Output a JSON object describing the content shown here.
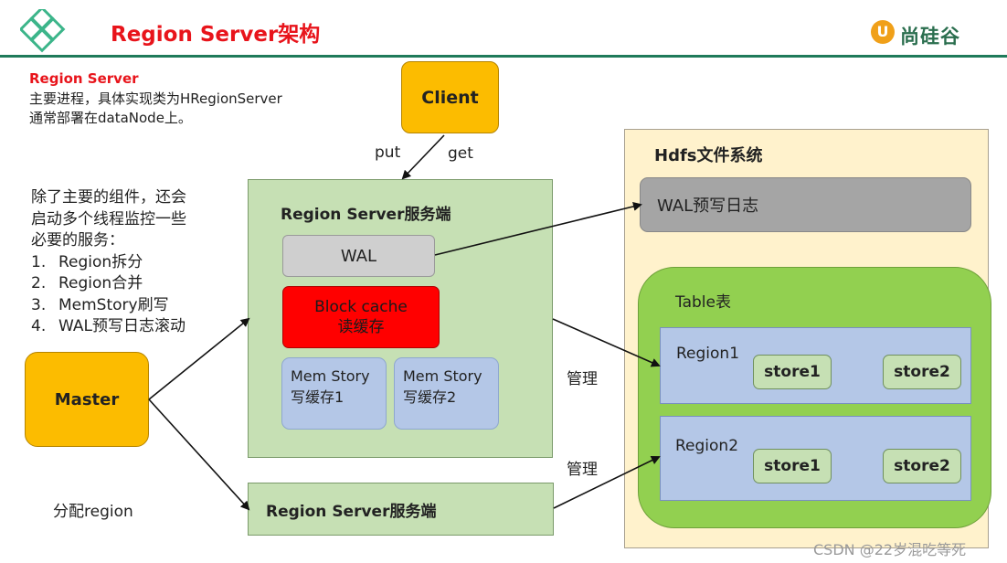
{
  "header": {
    "title": "Region Server架构",
    "logo_text": "尚硅谷",
    "logo_mark": "U"
  },
  "intro": {
    "heading": "Region Server",
    "lines": [
      "主要进程，具体实现类为HRegionServer",
      "通常部署在dataNode上。"
    ]
  },
  "client": {
    "label": "Client",
    "put": "put",
    "get": "get"
  },
  "services": {
    "desc": [
      "除了主要的组件，还会",
      "启动多个线程监控一些",
      "必要的服务："
    ],
    "items": [
      {
        "num": "1.",
        "text": "Region拆分"
      },
      {
        "num": "2.",
        "text": "Region合并"
      },
      {
        "num": "3.",
        "text": "MemStory刷写"
      },
      {
        "num": "4.",
        "text": "WAL预写日志滚动"
      }
    ]
  },
  "master": {
    "label": "Master",
    "assign": "分配region"
  },
  "server": {
    "title": "Region Server服务端",
    "wal": "WAL",
    "cache": [
      "Block cache",
      "读缓存"
    ],
    "mem1": [
      "Mem Story",
      "写缓存1"
    ],
    "mem2": [
      "Mem Story",
      "写缓存2"
    ]
  },
  "server2": {
    "title": "Region Server服务端"
  },
  "manage": [
    "管理",
    "管理"
  ],
  "hdfs": {
    "title": "Hdfs文件系统",
    "wal": "WAL预写日志",
    "table": "Table表",
    "regions": [
      {
        "name": "Region1",
        "stores": [
          "store1",
          "store2"
        ]
      },
      {
        "name": "Region2",
        "stores": [
          "store1",
          "store2"
        ]
      }
    ]
  },
  "watermark": "CSDN @22岁混吃等死",
  "colors": {
    "title_red": "#e8141b",
    "orange": "#fcbc00",
    "server_green": "#c6e0b4",
    "cache_red": "#ff0000",
    "memory_blue": "#b4c7e7",
    "table_green": "#92d050",
    "hdfs_bg": "#fff2cc"
  }
}
